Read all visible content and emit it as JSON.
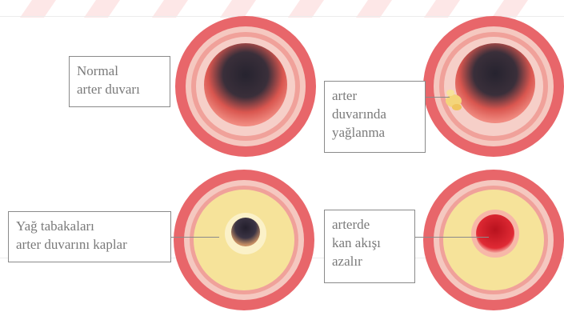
{
  "panels": [
    {
      "id": "normal",
      "label_lines": [
        "Normal",
        "arter duvarı"
      ]
    },
    {
      "id": "fatty-streak",
      "label_lines": [
        "arter",
        "duvarında",
        "yağlanma"
      ]
    },
    {
      "id": "plaque",
      "label_lines": [
        "Yağ tabakaları",
        "arter duvarını kaplar"
      ]
    },
    {
      "id": "reduced-flow",
      "label_lines": [
        "arterde",
        "kan akışı",
        "azalır"
      ]
    }
  ],
  "colors": {
    "outer_wall": "#e8666a",
    "inner_ring": "#f4b9b0",
    "media": "#f1a39c",
    "plaque": "#f6e39a",
    "lumen_dark": "#2e2a3a",
    "blood": "#d91e2b",
    "label_text": "#7a7a7a",
    "label_border": "#8a8a8a"
  }
}
